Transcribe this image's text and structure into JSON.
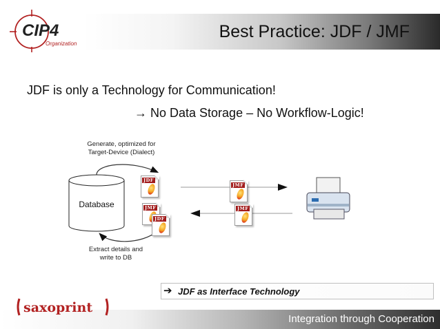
{
  "header": {
    "title": "Best Practice: JDF / JMF"
  },
  "logo": {
    "name": "cip4-logo",
    "text": "CIP4",
    "subtext": "Organization"
  },
  "body": {
    "line1": "JDF is only a Technology for Communication!",
    "line2": "→ No Data Storage – No Workflow-Logic!"
  },
  "diagram": {
    "database_label": "Database",
    "generate_label_1": "Generate, optimized for",
    "generate_label_2": "Target-Device (Dialect)",
    "extract_label_1": "Extract details and",
    "extract_label_2": "write to DB",
    "doc_jdf": "JDF",
    "doc_jmf": "JMF",
    "printer_icon": "printer-icon"
  },
  "callout": {
    "arrow": "➔",
    "text": "JDF as Interface Technology"
  },
  "footer": {
    "logo_text": "saxoprint",
    "tagline": "Integration through Cooperation"
  },
  "colors": {
    "accent_red": "#a11b1b",
    "logo_red": "#b22222"
  }
}
